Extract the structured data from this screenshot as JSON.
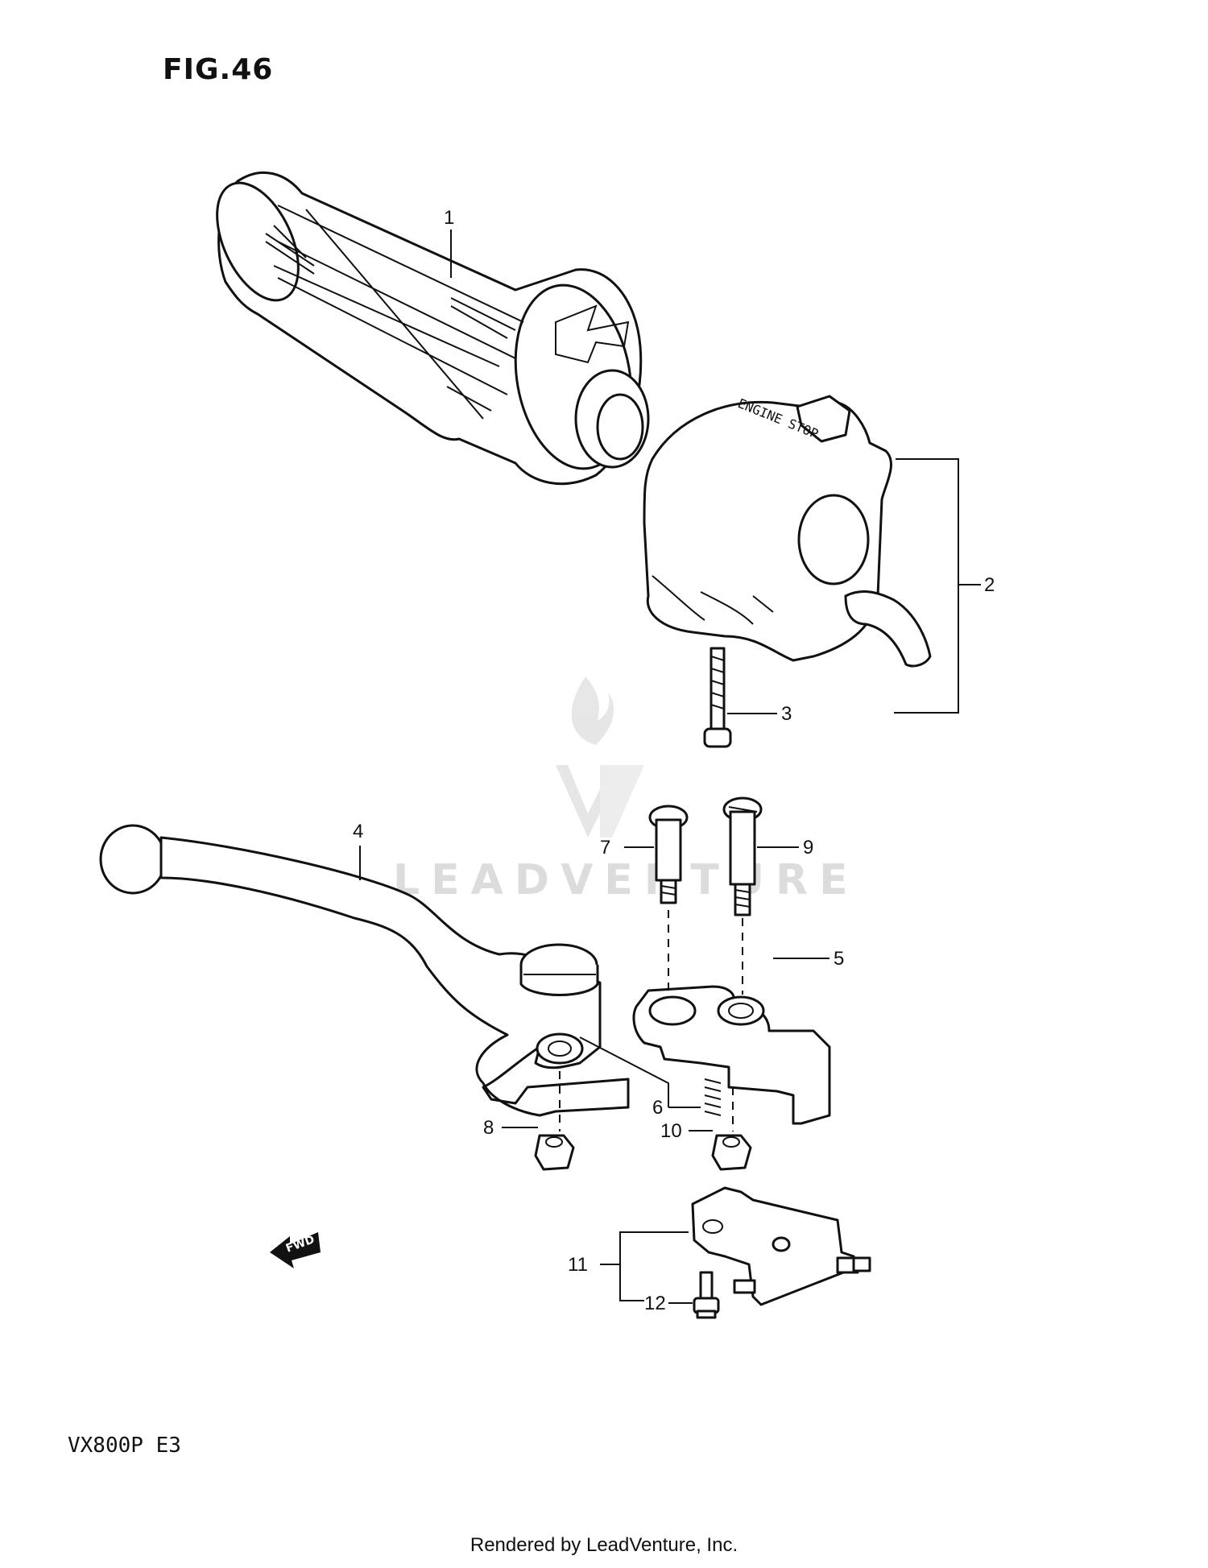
{
  "figure": {
    "title": "FIG.46",
    "model_code": "VX800P  E3",
    "footer": "Rendered by LeadVenture, Inc."
  },
  "watermark": {
    "text": "LEADVENTURE"
  },
  "annotations": {
    "switch_label": "ENGINE STOP",
    "fwd_label": "FWD"
  },
  "callouts": [
    {
      "id": "1",
      "label": "1"
    },
    {
      "id": "2",
      "label": "2"
    },
    {
      "id": "3",
      "label": "3"
    },
    {
      "id": "4",
      "label": "4"
    },
    {
      "id": "5",
      "label": "5"
    },
    {
      "id": "6",
      "label": "6"
    },
    {
      "id": "7",
      "label": "7"
    },
    {
      "id": "8",
      "label": "8"
    },
    {
      "id": "9",
      "label": "9"
    },
    {
      "id": "10",
      "label": "10"
    },
    {
      "id": "11",
      "label": "11"
    },
    {
      "id": "12",
      "label": "12"
    }
  ]
}
